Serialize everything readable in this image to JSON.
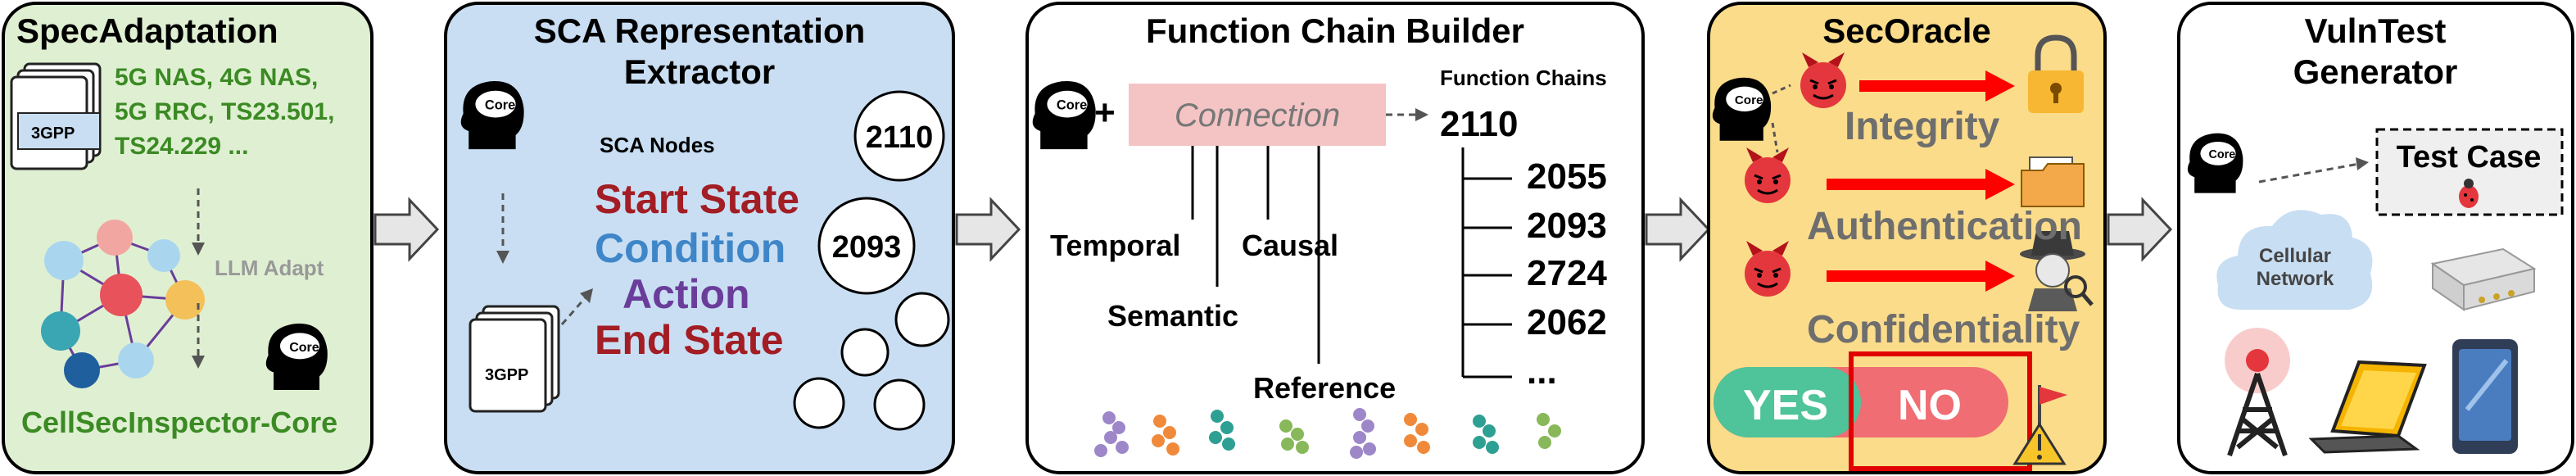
{
  "panels": {
    "spec": {
      "title": "SpecAdaptation",
      "doc_label": "3GPP",
      "spec_lines": [
        "5G NAS, 4G NAS,",
        "5G RRC, TS23.501,",
        "TS24.229 ..."
      ],
      "adapt_label": "LLM Adapt",
      "core_label": "Core",
      "footer": "CellSecInspector-Core"
    },
    "sca": {
      "title_lines": [
        "SCA Representation",
        "Extractor"
      ],
      "core_label": "Core",
      "doc_label": "3GPP",
      "nodes_label": "SCA Nodes",
      "node_ids": [
        "2110",
        "2093"
      ],
      "terms": [
        "Start State",
        "Condition",
        "Action",
        "End State"
      ]
    },
    "fcb": {
      "title": "Function Chain Builder",
      "core_label": "Core",
      "plus": "+",
      "connection": "Connection",
      "relations": [
        "Temporal",
        "Semantic",
        "Causal",
        "Reference"
      ],
      "chains_header": "Function Chains",
      "root": "2110",
      "chain_items": [
        "2055",
        "2093",
        "2724",
        "2062",
        "..."
      ]
    },
    "oracle": {
      "title": "SecOracle",
      "core_label": "Core",
      "properties": [
        "Integrity",
        "Authentication",
        "Confidentiality"
      ],
      "yes": "YES",
      "no": "NO"
    },
    "vuln": {
      "title_lines": [
        "VulnTest",
        "Generator"
      ],
      "core_label": "Core",
      "test_case": "Test Case",
      "network_lines": [
        "Cellular",
        "Network"
      ]
    }
  },
  "colors": {
    "spec_bg": "#dff0d2",
    "sca_bg": "#c9def2",
    "oracle_bg": "#fbdc8a",
    "spec_text": "#3b8a24",
    "start_state": "#a31d24",
    "condition": "#3e86c8",
    "action": "#6a3d9a",
    "end_state": "#a31d24",
    "connection_box": "#f4c4c4",
    "arrow_red": "#ff0000",
    "property_gray": "#6e6e6e",
    "yes_green": "#4fc39a",
    "no_red": "#ef6d73",
    "node_red": "#e8525a",
    "node_orange": "#f3a94a",
    "node_teal": "#3aa6b3",
    "node_blue": "#a9d6ee"
  },
  "icons": [
    "head-core-icon",
    "document-icon",
    "devil-icon",
    "lock-icon",
    "folder-icon",
    "spy-icon",
    "cloud-icon",
    "tower-icon",
    "laptop-icon",
    "phone-icon",
    "router-icon",
    "bug-icon",
    "warning-flag-icon",
    "arrow-right-icon"
  ]
}
